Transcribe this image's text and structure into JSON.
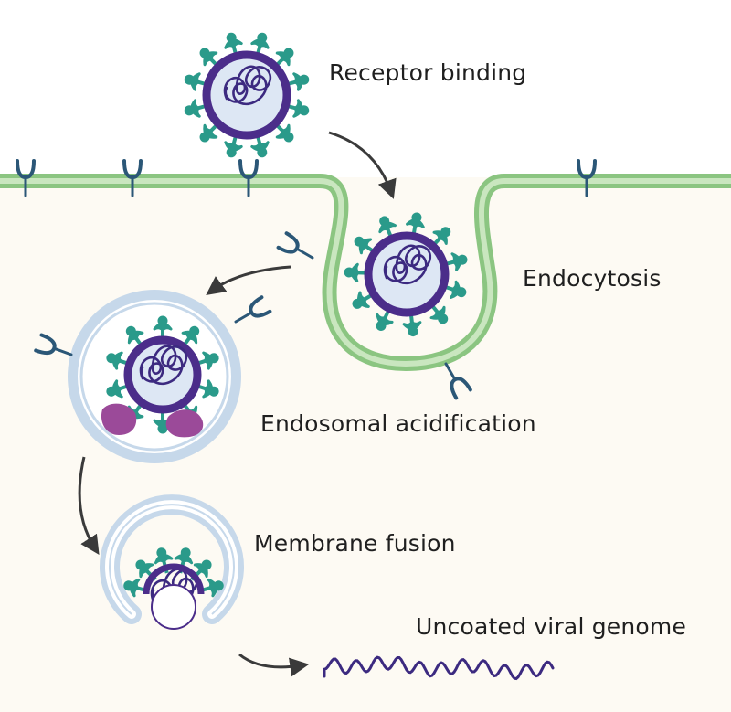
{
  "labels": {
    "receptor_binding": "Receptor binding",
    "endocytosis": "Endocytosis",
    "endosomal_acidification": "Endosomal acidification",
    "membrane_fusion": "Membrane fusion",
    "uncoated_genome": "Uncoated viral genome"
  },
  "colors": {
    "background": "#fdfaf3",
    "membrane_green": "#8bc581",
    "membrane_green_light": "#c9e6bf",
    "receptor": "#2b5777",
    "virus_capsid": "#4b2d8a",
    "virus_inner": "#dde7f4",
    "spike": "#2a9a8a",
    "rna": "#3c2a80",
    "endosome_outer": "#c6d8ea",
    "endosome_inner": "#ffffff",
    "protease": "#9b4a99",
    "arrow": "#3a3a3a"
  }
}
